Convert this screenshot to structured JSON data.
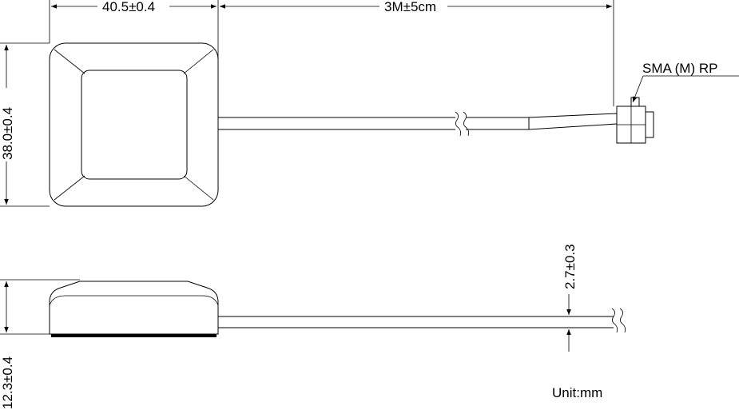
{
  "dimensions": {
    "width_label": "40.5±0.4",
    "cable_length_label": "3M±5cm",
    "height_label": "38.0±0.4",
    "thickness_label": "12.3±0.4",
    "cable_diameter_label": "2.7±0.3"
  },
  "connector_label": "SMA (M) RP",
  "unit_label": "Unit:mm",
  "colors": {
    "line": "#000000",
    "background": "#ffffff"
  }
}
